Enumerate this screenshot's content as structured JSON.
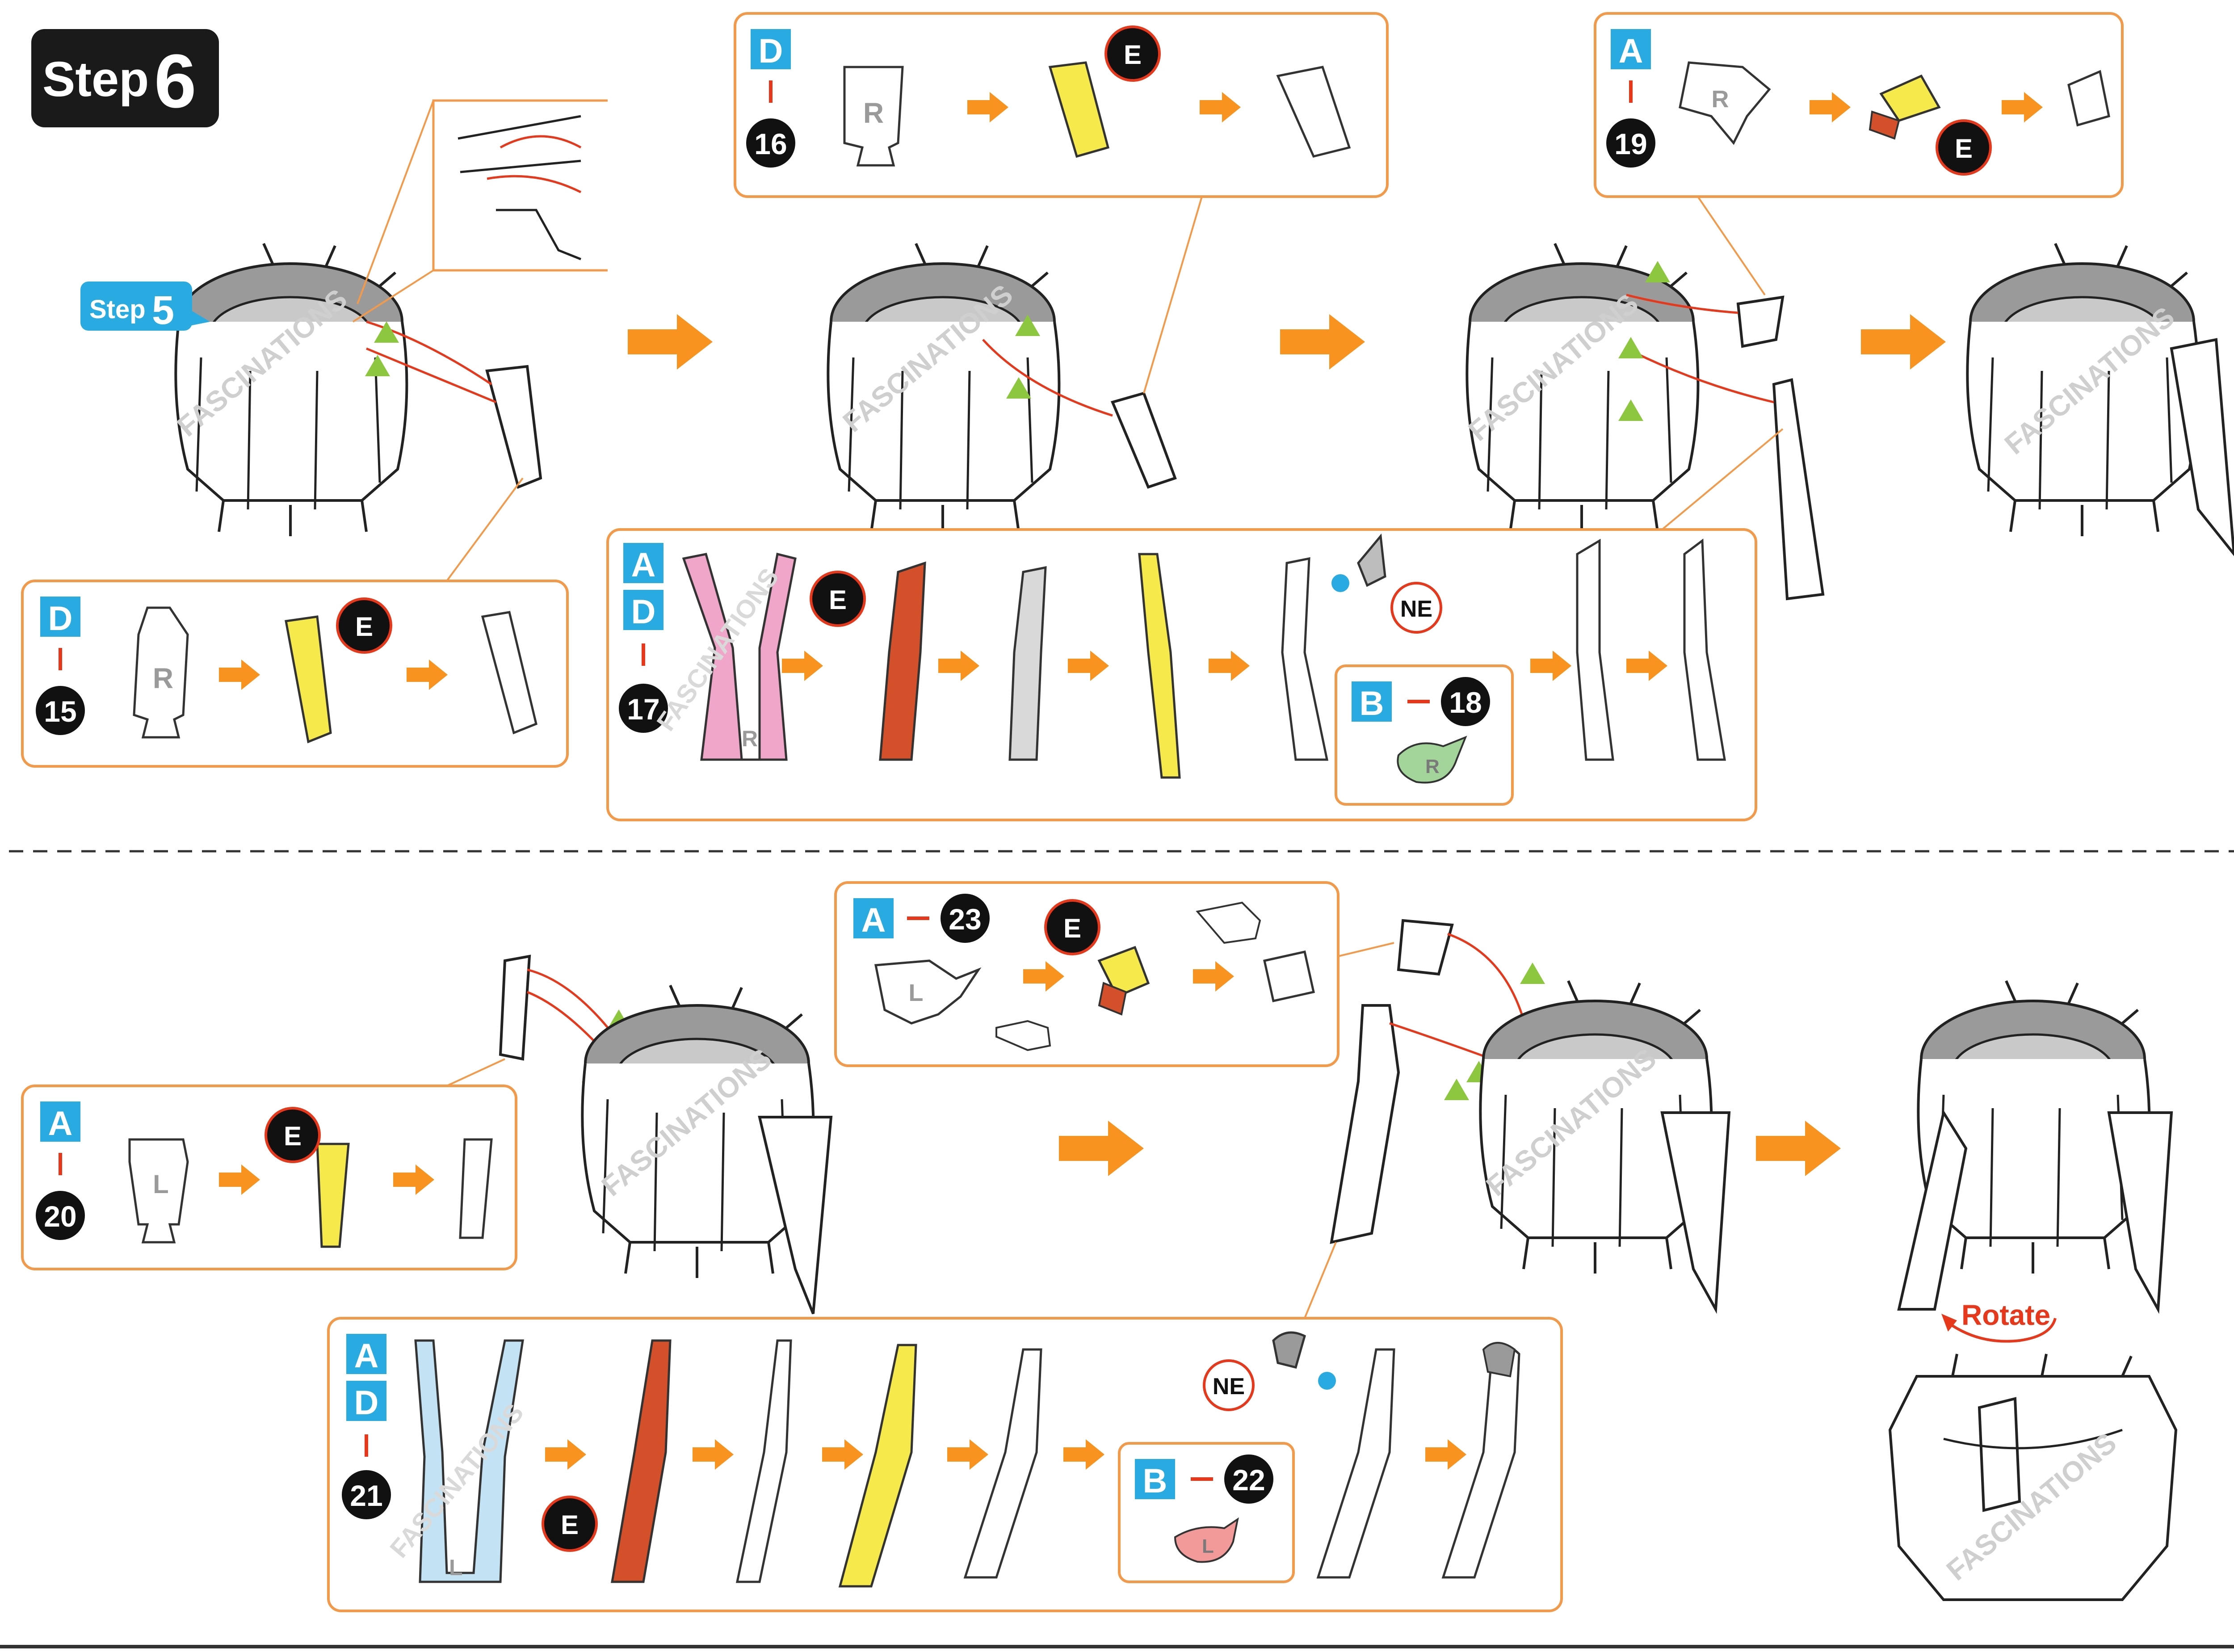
{
  "header": {
    "step_word": "Step",
    "step_number": "6"
  },
  "callout_step5": {
    "word": "Step",
    "number": "5"
  },
  "watermark": "FASCINATIONS",
  "colors": {
    "accent_orange": "#f7931e",
    "box_border": "#f39a4a",
    "sheet_blue": "#29abe2",
    "badge_black": "#111111",
    "arrow_red": "#e8381b",
    "triangle_green": "#8dc63f",
    "fold_yellow": "#f6e94b",
    "part_pink": "#f0a6c8",
    "part_lightblue": "#c3e3f5",
    "part_rust": "#d4502a",
    "part_gray": "#b3b3b3",
    "leaf_green": "#a3d49a",
    "leaf_pink": "#f29a9a"
  },
  "tool": {
    "label": "E"
  },
  "ne_label": "NE",
  "piece_letters": {
    "right": "R",
    "left": "L"
  },
  "panels": {
    "p15": {
      "sheets": [
        "D"
      ],
      "number": "15"
    },
    "p16": {
      "sheets": [
        "D"
      ],
      "number": "16"
    },
    "p17": {
      "sheets": [
        "A",
        "D"
      ],
      "number": "17"
    },
    "p18": {
      "sheets": [
        "B"
      ],
      "number": "18"
    },
    "p19": {
      "sheets": [
        "A"
      ],
      "number": "19"
    },
    "p20": {
      "sheets": [
        "A"
      ],
      "number": "20"
    },
    "p21": {
      "sheets": [
        "A",
        "D"
      ],
      "number": "21"
    },
    "p22": {
      "sheets": [
        "B"
      ],
      "number": "22"
    },
    "p23": {
      "sheets": [
        "A"
      ],
      "number": "23"
    }
  },
  "rotate_label": "Rotate"
}
